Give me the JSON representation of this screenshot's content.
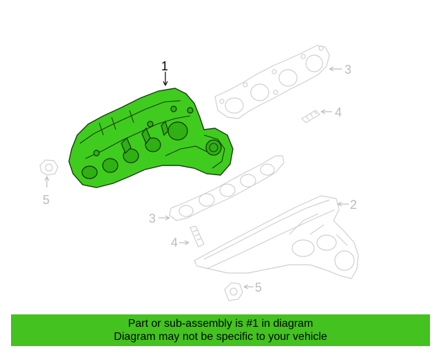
{
  "callouts": {
    "part1": "1",
    "part2": "2",
    "part3_upper": "3",
    "part3_lower": "3",
    "part4_upper": "4",
    "part4_lower": "4",
    "part5_left": "5",
    "part5_lower": "5"
  },
  "banner": {
    "line1": "Part or sub-assembly is #1 in diagram",
    "line2": "Diagram may not be specific to your vehicle"
  },
  "colors": {
    "highlight_part": "#3fcc1e",
    "banner": "#44c21f",
    "ghost_parts": "#cfcfcf"
  }
}
